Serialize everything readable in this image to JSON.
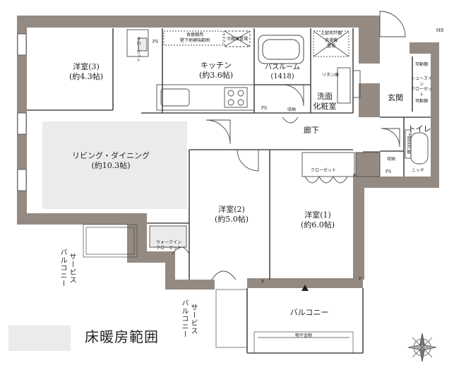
{
  "rooms": {
    "western3": {
      "name": "洋室(3)",
      "area": "(約4.3帖)"
    },
    "kitchen": {
      "name": "キッチン",
      "area": "(約3.6帖)"
    },
    "bathroom": {
      "name": "バスルーム",
      "size": "(1418)"
    },
    "living": {
      "name": "リビング・ダイニング",
      "area": "(約10.3帖)"
    },
    "western2": {
      "name": "洋室(2)",
      "area": "(約5.0帖)"
    },
    "western1": {
      "name": "洋室(1)",
      "area": "(約6.0帖)"
    },
    "washroom": {
      "line1": "洗面",
      "line2": "化粧室"
    },
    "entrance": {
      "name": "玄関"
    },
    "toilet": {
      "name": "トイレ"
    },
    "hallway": {
      "name": "廊下"
    },
    "balcony": {
      "name": "バルコニー"
    }
  },
  "storage": {
    "closet_w3": "クローゼット",
    "pantry": "食器棚用\n壁下地補強範囲",
    "fridge": "冷蔵庫置場",
    "washer": "洗濯機\n置場",
    "washer_top": "上部吊戸棚",
    "linen": "リネン庫",
    "shoe_top": "可動棚",
    "shoe_closet": "シューズイン\nクローゼット",
    "shoe_bottom": "可動棚",
    "storage_hall": "収納",
    "storage_toilet": "収納",
    "closet_w1": "クローゼット",
    "walkin": "ウォークイン\nクローゼット",
    "toilet_shelf": "上部吊戸棚",
    "niche": "ニッチ",
    "outdoor_hanger": "物干金物"
  },
  "marks": {
    "ps1": "PS",
    "ps2": "PS",
    "ps3": "PS",
    "p1": "P",
    "p2": "P",
    "mb": "MB"
  },
  "balcony_labels": {
    "service1": "サービス\nバルコニー",
    "service2": "サービス\nバルコニー"
  },
  "legend": {
    "label": "床暖房範囲",
    "color": "#ecebea"
  },
  "colors": {
    "wall": "#958a82",
    "floor_heating": "#ecebea",
    "line": "#4a4a4a"
  }
}
